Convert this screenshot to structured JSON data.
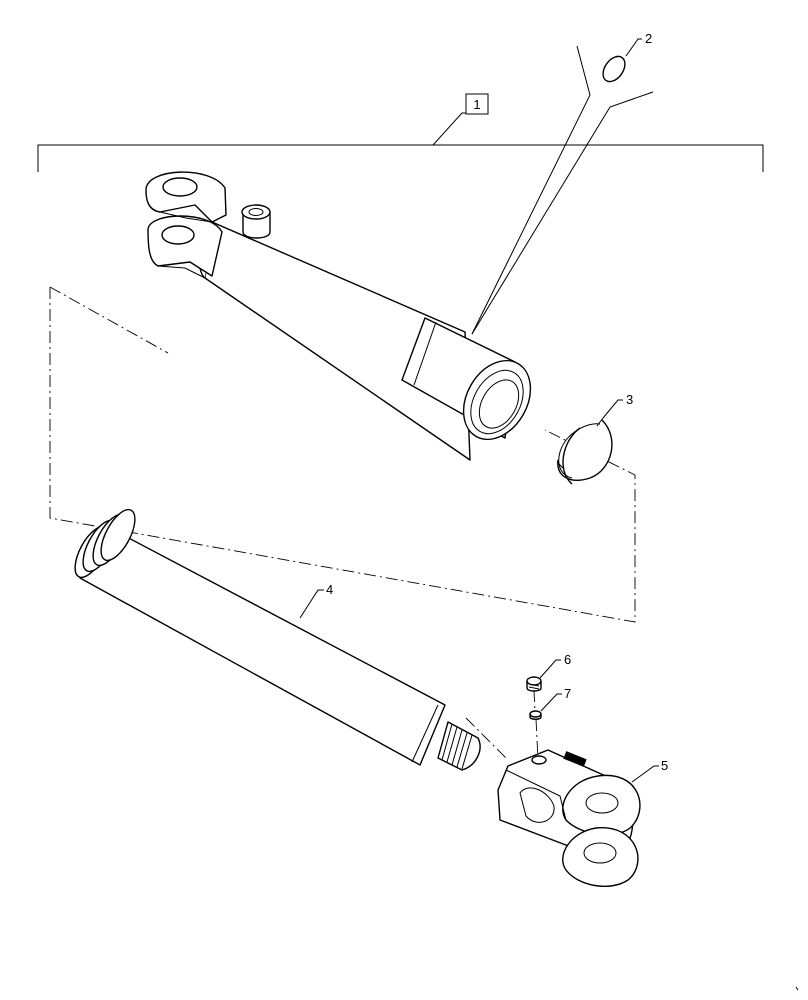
{
  "callouts": {
    "item1": "1",
    "item2": "2",
    "item3": "3",
    "item4": "4",
    "item5": "5",
    "item6": "6",
    "item7": "7"
  }
}
